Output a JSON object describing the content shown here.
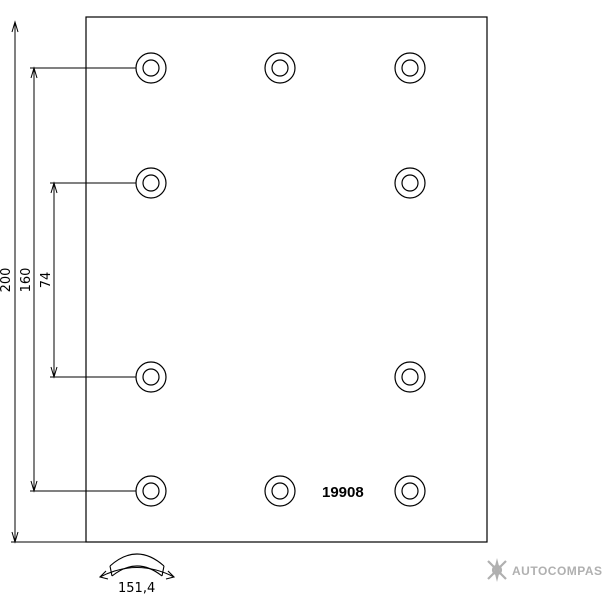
{
  "drawing": {
    "part_number": "19908",
    "dimensions": {
      "overall_height": "200",
      "outer_hole_spacing": "160",
      "inner_hole_spacing": "74",
      "arc_width": "151,4"
    },
    "logo": "AUTOCOMPAS",
    "colors": {
      "line": "#000000",
      "background": "#ffffff",
      "logo": "#b0b0b0"
    }
  }
}
